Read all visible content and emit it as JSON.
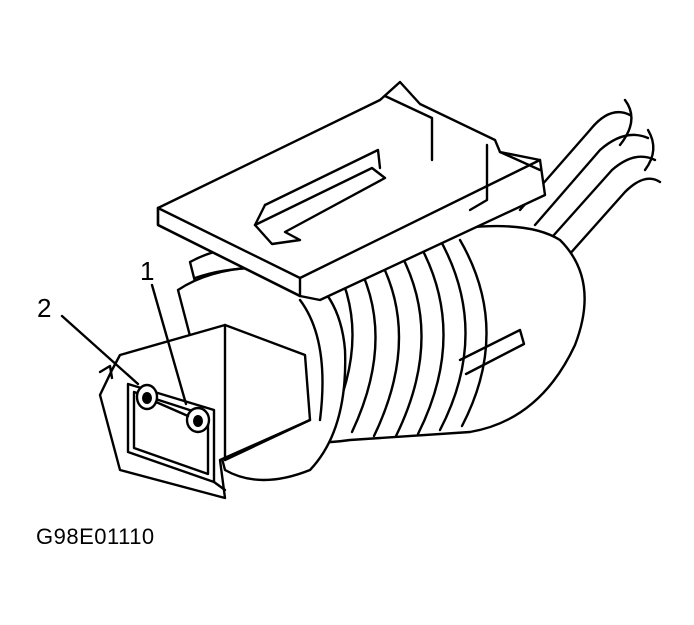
{
  "callouts": {
    "terminal_1": "1",
    "terminal_2": "2"
  },
  "figure_id": "G98E01110",
  "icons": [
    "connector-illustration",
    "wire-harness",
    "locking-tab",
    "terminal-cavity"
  ]
}
